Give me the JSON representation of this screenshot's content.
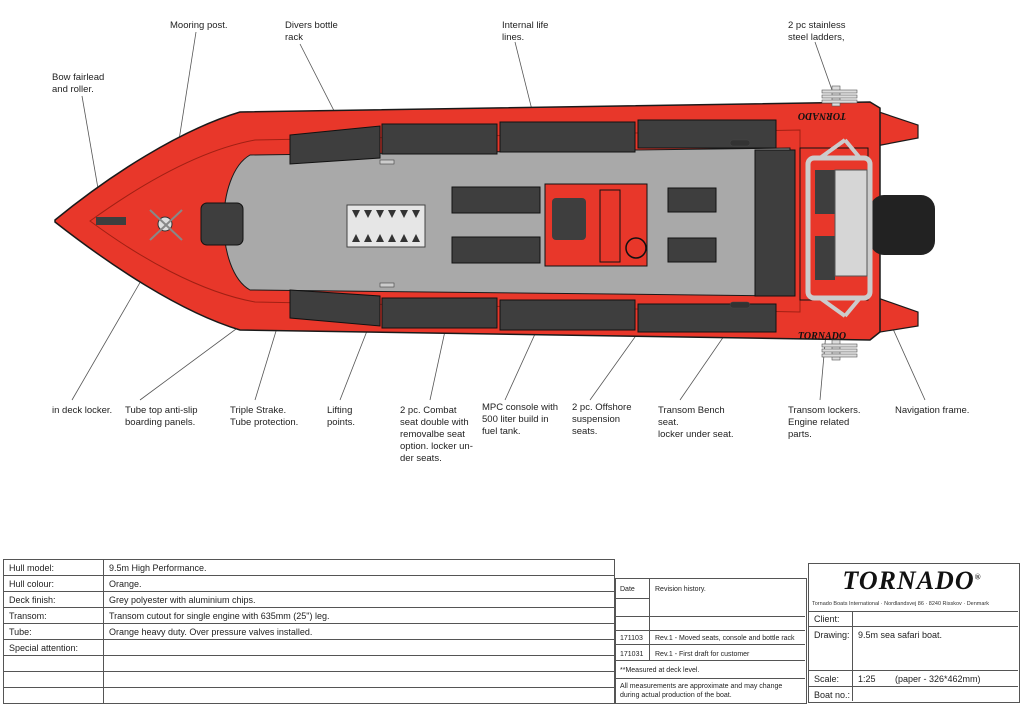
{
  "callouts": {
    "mooring": "Mooring post.",
    "divers": "Divers bottle\nrack",
    "lifelines": "Internal life\nlines.",
    "ladders": "2 pc stainless\nsteel ladders,",
    "bow": "Bow fairlead\nand roller.",
    "deck_locker": "in deck locker.",
    "tube_top": "Tube top anti-slip\nboarding panels.",
    "strake": "Triple Strake.\nTube protection.",
    "lifting": "Lifting\npoints.",
    "combat": "2 pc. Combat\nseat double with\nremovalbe seat\noption. locker un-\nder seats.",
    "mpc": "MPC console with\n500 liter build in\nfuel tank.",
    "offshore": "2 pc. Offshore\nsuspension\nseats.",
    "bench": "Transom Bench\nseat.\nlocker under seat.",
    "transom_lockers": "Transom lockers.\nEngine related\nparts.",
    "nav": "Navigation frame."
  },
  "brand_text": "TORNADO",
  "spec": [
    {
      "label": "Hull model:",
      "value": "9.5m High Performance."
    },
    {
      "label": "Hull colour:",
      "value": "Orange."
    },
    {
      "label": "Deck finish:",
      "value": "Grey polyester with aluminium chips."
    },
    {
      "label": "Transom:",
      "value": "Transom cutout for single engine with 635mm (25\") leg."
    },
    {
      "label": "Tube:",
      "value": "Orange heavy duty. Over pressure valves installed."
    },
    {
      "label": "Special attention:",
      "value": ""
    },
    {
      "label": "",
      "value": ""
    },
    {
      "label": "",
      "value": ""
    },
    {
      "label": "",
      "value": ""
    }
  ],
  "revision": {
    "date_header": "Date",
    "history_header": "Revision history.",
    "rows": [
      {
        "date": "171103",
        "text": "Rev.1 - Moved seats, console and bottle rack"
      },
      {
        "date": "171031",
        "text": "Rev.1 - First draft for customer"
      }
    ],
    "note1": "**Measured at deck level.",
    "note2": "All measurements are approximate and may change during actual production of the boat."
  },
  "titleblock": {
    "logo": "TORNADO",
    "reg": "®",
    "address": "Tornado Boats International · Nordlandsvej 86 · 8240 Risskov · Denmark",
    "client_label": "Client:",
    "client_value": "",
    "drawing_label": "Drawing:",
    "drawing_value": "9.5m sea safari boat.",
    "scale_label": "Scale:",
    "scale_value": "1:25",
    "paper": "(paper - 326*462mm)",
    "boatno_label": "Boat no.:",
    "boatno_value": ""
  },
  "colors": {
    "hull": "#e8372a",
    "deck": "#a9a9a9",
    "seat": "#3e3e3e",
    "outline": "#1a1a1a"
  }
}
